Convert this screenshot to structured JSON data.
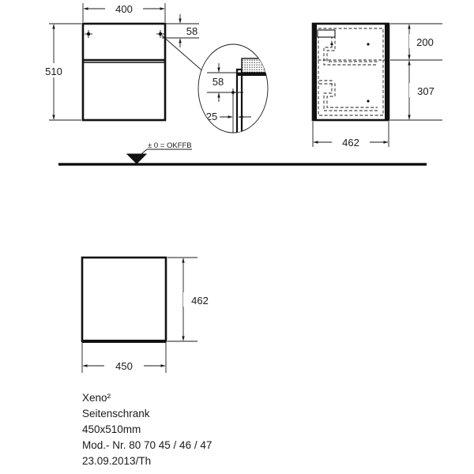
{
  "drawing": {
    "type": "technical-dimension-drawing",
    "units": "mm",
    "datum_label": "± 0 = OKFFB"
  },
  "front_view": {
    "name": "front-elevation",
    "dimensions": {
      "width": "400",
      "height": "510",
      "top_offset": "58"
    }
  },
  "detail_callout": {
    "name": "wall-mount-detail",
    "dimensions": {
      "vertical": "58",
      "horizontal": "25"
    }
  },
  "side_view": {
    "name": "side-section-view",
    "dimensions": {
      "upper": "200",
      "lower": "307",
      "depth": "462"
    }
  },
  "plan_view": {
    "name": "plan-view",
    "dimensions": {
      "depth": "462",
      "width": "450"
    }
  },
  "title_block": {
    "lines": [
      "Xeno²",
      "Seitenschrank",
      "450x510mm",
      "Mod.- Nr. 80 70 45 / 46 / 47",
      "23.09.2013/Th"
    ]
  },
  "colors": {
    "line": "#111111",
    "text": "#1a1a1a",
    "background": "#ffffff"
  }
}
